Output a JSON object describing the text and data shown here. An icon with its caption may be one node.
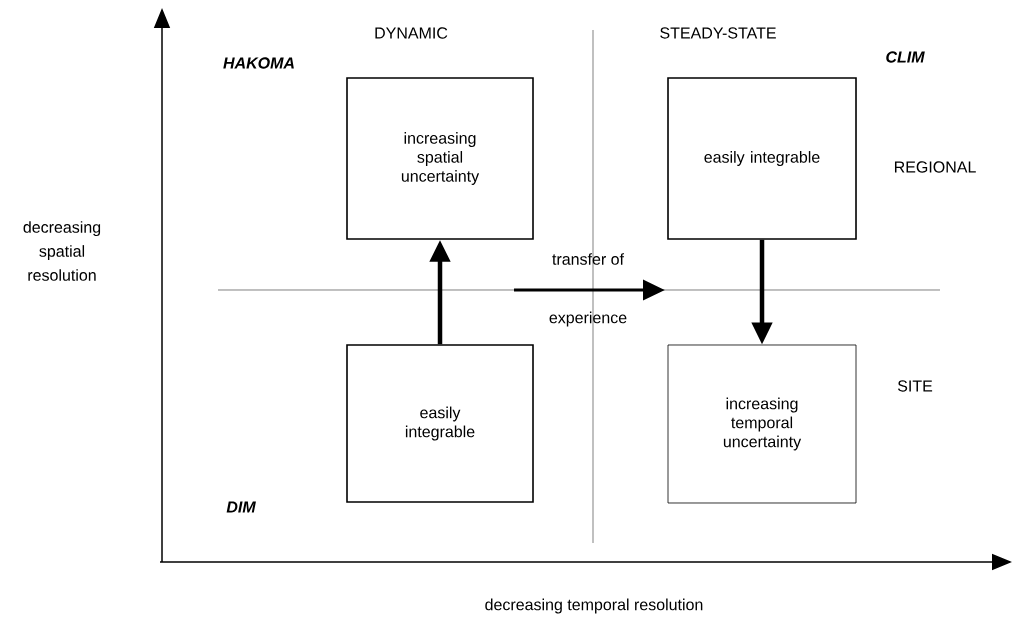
{
  "diagram": {
    "nodes": [
      {
        "text": [
          "increasing spatial uncertainty"
        ]
      },
      {
        "text": [
          "easily integrable"
        ]
      },
      {
        "text": [
          "easily integrable"
        ]
      },
      {
        "text": [
          "increasing temporal uncertainty"
        ]
      }
    ],
    "edges": [
      {
        "from": 2,
        "to": 0,
        "arrow": "to"
      },
      {
        "from": 1,
        "to": 3,
        "arrow": "to"
      }
    ],
    "labels": [
      "DYNAMIC",
      "STEADY-STATE",
      "HAKOMA",
      "CLIM",
      "REGIONAL",
      "decreasing spatial resolution",
      "transfer of",
      "experience",
      "SITE",
      "DIM",
      "decreasing temporal resolution"
    ]
  }
}
